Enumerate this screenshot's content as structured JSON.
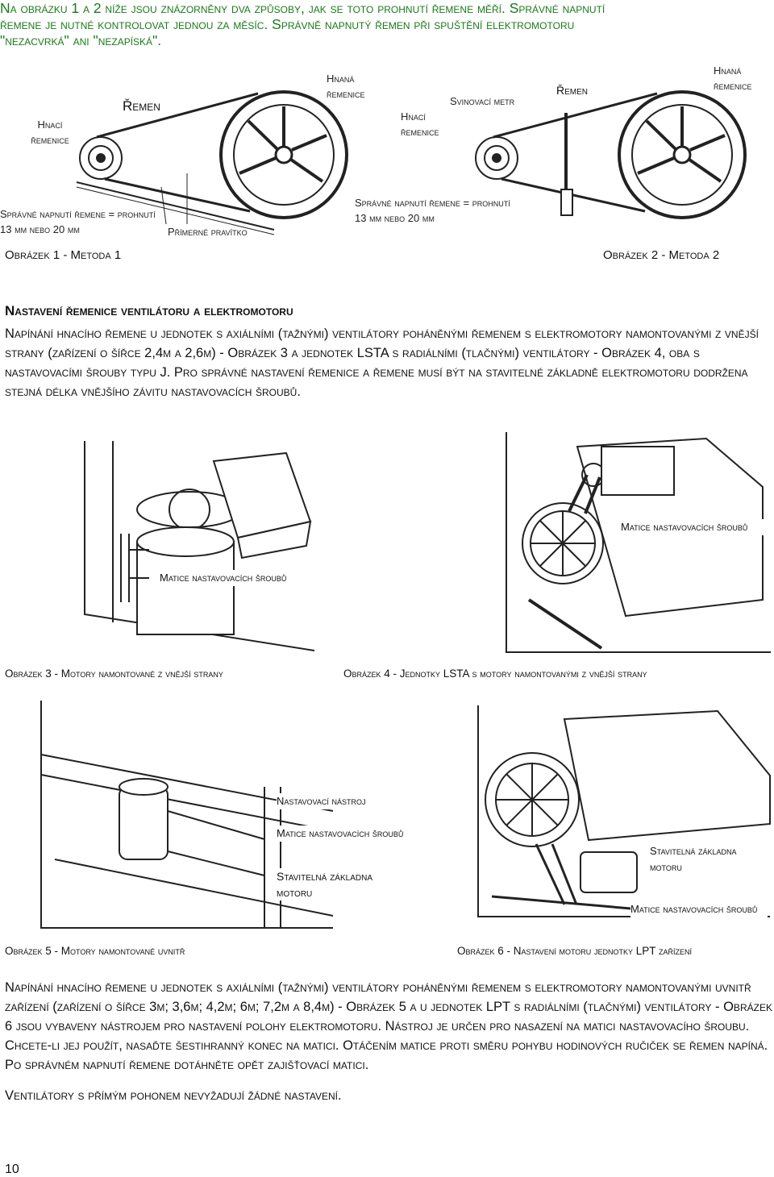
{
  "intro": {
    "line1": "Na obrázku 1 a 2 níže jsou znázorněny dva způsoby, jak se toto prohnutí řemene měří. Správné napnutí",
    "line2": "řemene je nutné kontrolovat jednou za měsíc. Správně napnutý řemen při spuštění elektromotoru",
    "line3": "\"nezacvrká\" ani \"nezapíská\"."
  },
  "fig1": {
    "label_drive_pulley": "Hnací řemenice",
    "label_belt": "Řemen",
    "label_driven_pulley": "Hnaná řemenice",
    "label_tension": "Správné napnutí řemene = prohnutí 13 mm nebo 20 mm",
    "label_ruler": "Přímerné pravítko",
    "caption": "Obrázek 1 - Metoda 1"
  },
  "fig2": {
    "label_tape": "Svinovací metr",
    "label_drive_pulley": "Hnací řemenice",
    "label_belt": "Řemen",
    "label_driven_pulley": "Hnaná řemenice",
    "label_tension": "Správné napnutí řemene = prohnutí 13 mm nebo 20 mm",
    "caption": "Obrázek 2 - Metoda 2"
  },
  "section": {
    "heading": "Nastavení řemenice ventilátoru a elektromotoru",
    "para1": "Napínání hnacího řemene u jednotek s axiálními (tažnými) ventilátory poháněnými řemenem s elektromotory namontovanými z vnější strany (zařízení o šířce 2,4m a 2,6m) - Obrázek 3 a jednotek LSTA s radiálními (tlačnými) ventilátory - Obrázek 4, oba s nastavovacími šrouby typu J. Pro správné nastavení řemenice a řemene musí být na stavitelné základně elektromotoru dodržena stejná délka vnějšího závitu nastavovacích šroubů."
  },
  "fig3": {
    "label_nuts": "Matice nastavovacích šroubů",
    "caption": "Obrázek 3 - Motory namontované z vnější strany"
  },
  "fig4": {
    "label_nuts": "Matice nastavovacích šroubů",
    "caption": "Obrázek 4 - Jednotky LSTA s motory namontovanými z vnější strany"
  },
  "fig5": {
    "label_tool": "Nastavovací nástroj",
    "label_nuts": "Matice nastavovacích šroubů",
    "label_base": "Stavitelná základna motoru",
    "caption": "Obrázek 5 - Motory namontované uvnitř"
  },
  "fig6": {
    "label_base": "Stavitelná základna motoru",
    "label_nuts": "Matice nastavovacích šroubů",
    "caption": "Obrázek 6 - Nastavení motoru jednotky LPT zařízení"
  },
  "para2": "Napínání hnacího řemene u jednotek s axiálními (tažnými) ventilátory poháněnými řemenem s elektromotory namontovanými uvnitř zařízení (zařízení o šířce 3m; 3,6m; 4,2m; 6m; 7,2m a 8,4m) - Obrázek 5 a u jednotek LPT s radiálními (tlačnými) ventilátory - Obrázek 6 jsou vybaveny nástrojem pro nastavení polohy elektromotoru. Nástroj je určen pro nasazení na matici nastavovacího šroubu. Chcete-li jej použít, nasaďte šestihranný konec na matici. Otáčením matice proti směru pohybu hodinových ručiček se řemen napíná. Po správném napnutí řemene dotáhněte opět zajišťovací matici.",
  "para3": "Ventilátory s přímým pohonem nevyžadují žádné nastavení.",
  "page_number": "10"
}
